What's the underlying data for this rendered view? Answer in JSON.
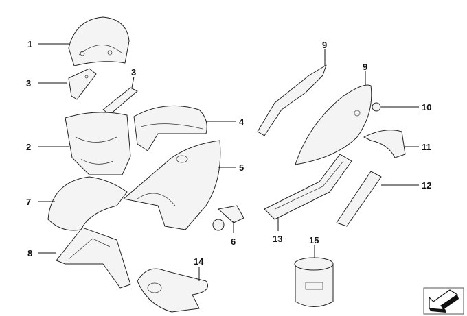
{
  "labels": {
    "p1": "1",
    "p3a": "3",
    "p3b": "3",
    "p2": "2",
    "p4": "4",
    "p5": "5",
    "p7": "7",
    "p8": "8",
    "p6": "6",
    "p9a": "9",
    "p9b": "9",
    "p10": "10",
    "p11": "11",
    "p12": "12",
    "p13": "13",
    "p14": "14",
    "p15": "15"
  },
  "nav_icon": "arrow-down-left-icon"
}
